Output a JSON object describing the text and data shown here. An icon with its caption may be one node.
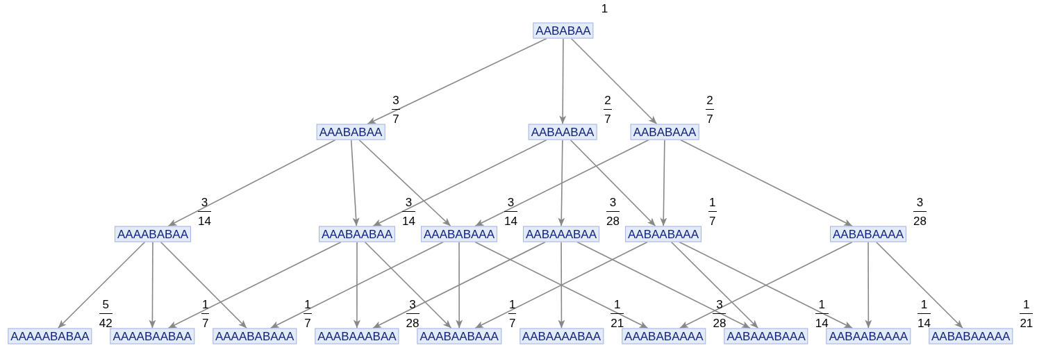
{
  "diagram": {
    "nodes": [
      {
        "text": [
          "AABABAA"
        ]
      },
      {
        "text": [
          "AAABABAA"
        ]
      },
      {
        "text": [
          "AABAABAA"
        ]
      },
      {
        "text": [
          "AABABAAA"
        ]
      },
      {
        "text": [
          "AAAABABAA"
        ]
      },
      {
        "text": [
          "AAABAABAA"
        ]
      },
      {
        "text": [
          "AAABABAAA"
        ]
      },
      {
        "text": [
          "AABAAABAA"
        ]
      },
      {
        "text": [
          "AABAABAAA"
        ]
      },
      {
        "text": [
          "AABABAAAA"
        ]
      },
      {
        "text": [
          "AAAAABABAA"
        ]
      },
      {
        "text": [
          "AAAABAABAA"
        ]
      },
      {
        "text": [
          "AAAABABAAA"
        ]
      },
      {
        "text": [
          "AAABAAABAA"
        ]
      },
      {
        "text": [
          "AAABAABAAA"
        ]
      },
      {
        "text": [
          "AABAAAABAA"
        ]
      },
      {
        "text": [
          "AAABABAAAA"
        ]
      },
      {
        "text": [
          "AABAAABAAA"
        ]
      },
      {
        "text": [
          "AABAABAAAA"
        ]
      },
      {
        "text": [
          "AABABAAAAA"
        ]
      }
    ],
    "edges": [
      {
        "from": 0,
        "to": 1,
        "arrow": "to"
      },
      {
        "from": 0,
        "to": 2,
        "arrow": "to"
      },
      {
        "from": 0,
        "to": 3,
        "arrow": "to"
      },
      {
        "from": 1,
        "to": 4,
        "arrow": "to"
      },
      {
        "from": 1,
        "to": 5,
        "arrow": "to"
      },
      {
        "from": 1,
        "to": 6,
        "arrow": "to"
      },
      {
        "from": 2,
        "to": 5,
        "arrow": "to"
      },
      {
        "from": 2,
        "to": 7,
        "arrow": "to"
      },
      {
        "from": 2,
        "to": 8,
        "arrow": "to"
      },
      {
        "from": 3,
        "to": 6,
        "arrow": "to"
      },
      {
        "from": 3,
        "to": 8,
        "arrow": "to"
      },
      {
        "from": 3,
        "to": 9,
        "arrow": "to"
      },
      {
        "from": 4,
        "to": 10,
        "arrow": "to"
      },
      {
        "from": 4,
        "to": 11,
        "arrow": "to"
      },
      {
        "from": 4,
        "to": 12,
        "arrow": "to"
      },
      {
        "from": 5,
        "to": 11,
        "arrow": "to"
      },
      {
        "from": 5,
        "to": 13,
        "arrow": "to"
      },
      {
        "from": 5,
        "to": 14,
        "arrow": "to"
      },
      {
        "from": 6,
        "to": 12,
        "arrow": "to"
      },
      {
        "from": 6,
        "to": 14,
        "arrow": "to"
      },
      {
        "from": 6,
        "to": 16,
        "arrow": "to"
      },
      {
        "from": 7,
        "to": 13,
        "arrow": "to"
      },
      {
        "from": 7,
        "to": 15,
        "arrow": "to"
      },
      {
        "from": 7,
        "to": 17,
        "arrow": "to"
      },
      {
        "from": 8,
        "to": 14,
        "arrow": "to"
      },
      {
        "from": 8,
        "to": 17,
        "arrow": "to"
      },
      {
        "from": 8,
        "to": 18,
        "arrow": "to"
      },
      {
        "from": 9,
        "to": 16,
        "arrow": "to"
      },
      {
        "from": 9,
        "to": 18,
        "arrow": "to"
      },
      {
        "from": 9,
        "to": 19,
        "arrow": "to"
      }
    ],
    "labels": [
      "1",
      "3",
      "7",
      "2",
      "7",
      "2",
      "7",
      "3",
      "14",
      "3",
      "14",
      "3",
      "14",
      "3",
      "28",
      "1",
      "7",
      "3",
      "28",
      "5",
      "42",
      "1",
      "7",
      "1",
      "7",
      "3",
      "28",
      "1",
      "7",
      "1",
      "21",
      "3",
      "28",
      "1",
      "14",
      "1",
      "14",
      "1",
      "21"
    ]
  }
}
